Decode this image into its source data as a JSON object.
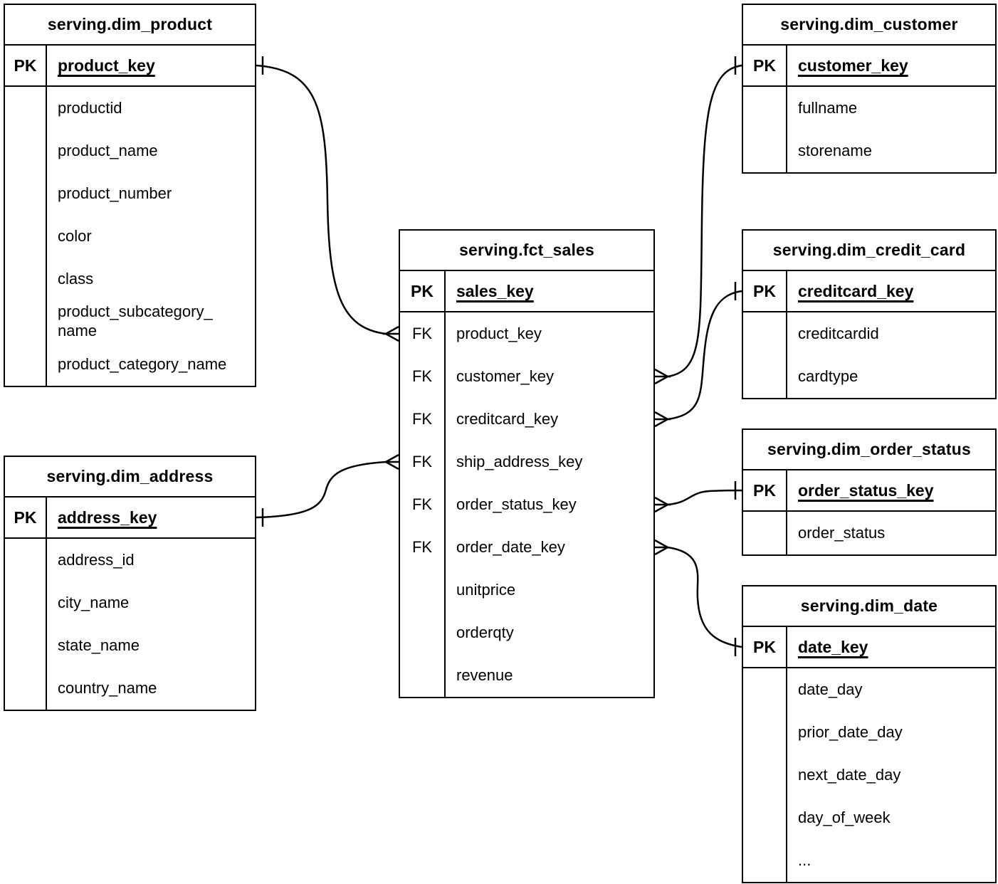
{
  "colors": {
    "line": "#000000",
    "text": "#000000",
    "background": "#ffffff"
  },
  "tables": [
    {
      "id": "dim_product",
      "title": "serving.dim_product",
      "primary_key": {
        "tag": "PK",
        "name": "product_key"
      },
      "fields": [
        {
          "tag": "",
          "name": "productid"
        },
        {
          "tag": "",
          "name": "product_name"
        },
        {
          "tag": "",
          "name": "product_number"
        },
        {
          "tag": "",
          "name": "color"
        },
        {
          "tag": "",
          "name": "class"
        },
        {
          "tag": "",
          "name": "product_subcategory_name"
        },
        {
          "tag": "",
          "name": "product_category_name"
        }
      ]
    },
    {
      "id": "dim_customer",
      "title": "serving.dim_customer",
      "primary_key": {
        "tag": "PK",
        "name": "customer_key"
      },
      "fields": [
        {
          "tag": "",
          "name": "fullname"
        },
        {
          "tag": "",
          "name": "storename"
        }
      ]
    },
    {
      "id": "fct_sales",
      "title": "serving.fct_sales",
      "primary_key": {
        "tag": "PK",
        "name": "sales_key"
      },
      "fields": [
        {
          "tag": "FK",
          "name": "product_key"
        },
        {
          "tag": "FK",
          "name": "customer_key"
        },
        {
          "tag": "FK",
          "name": "creditcard_key"
        },
        {
          "tag": "FK",
          "name": "ship_address_key"
        },
        {
          "tag": "FK",
          "name": "order_status_key"
        },
        {
          "tag": "FK",
          "name": "order_date_key"
        },
        {
          "tag": "",
          "name": "unitprice"
        },
        {
          "tag": "",
          "name": "orderqty"
        },
        {
          "tag": "",
          "name": "revenue"
        }
      ]
    },
    {
      "id": "dim_credit_card",
      "title": "serving.dim_credit_card",
      "primary_key": {
        "tag": "PK",
        "name": "creditcard_key"
      },
      "fields": [
        {
          "tag": "",
          "name": "creditcardid"
        },
        {
          "tag": "",
          "name": "cardtype"
        }
      ]
    },
    {
      "id": "dim_order_status",
      "title": "serving.dim_order_status",
      "primary_key": {
        "tag": "PK",
        "name": "order_status_key"
      },
      "fields": [
        {
          "tag": "",
          "name": "order_status"
        }
      ]
    },
    {
      "id": "dim_date",
      "title": "serving.dim_date",
      "primary_key": {
        "tag": "PK",
        "name": "date_key"
      },
      "fields": [
        {
          "tag": "",
          "name": "date_day"
        },
        {
          "tag": "",
          "name": "prior_date_day"
        },
        {
          "tag": "",
          "name": "next_date_day"
        },
        {
          "tag": "",
          "name": "day_of_week"
        },
        {
          "tag": "",
          "name": "..."
        }
      ]
    },
    {
      "id": "dim_address",
      "title": "serving.dim_address",
      "primary_key": {
        "tag": "PK",
        "name": "address_key"
      },
      "fields": [
        {
          "tag": "",
          "name": "address_id"
        },
        {
          "tag": "",
          "name": "city_name"
        },
        {
          "tag": "",
          "name": "state_name"
        },
        {
          "tag": "",
          "name": "country_name"
        }
      ]
    }
  ],
  "relationships": [
    {
      "many_table": "serving.fct_sales",
      "many_field": "product_key",
      "one_table": "serving.dim_product",
      "one_field": "product_key",
      "many_marker": "crows-foot",
      "one_marker": "one-tick"
    },
    {
      "many_table": "serving.fct_sales",
      "many_field": "customer_key",
      "one_table": "serving.dim_customer",
      "one_field": "customer_key",
      "many_marker": "crows-foot",
      "one_marker": "one-tick"
    },
    {
      "many_table": "serving.fct_sales",
      "many_field": "creditcard_key",
      "one_table": "serving.dim_credit_card",
      "one_field": "creditcard_key",
      "many_marker": "crows-foot",
      "one_marker": "one-tick"
    },
    {
      "many_table": "serving.fct_sales",
      "many_field": "ship_address_key",
      "one_table": "serving.dim_address",
      "one_field": "address_key",
      "many_marker": "crows-foot",
      "one_marker": "one-tick"
    },
    {
      "many_table": "serving.fct_sales",
      "many_field": "order_status_key",
      "one_table": "serving.dim_order_status",
      "one_field": "order_status_key",
      "many_marker": "crows-foot",
      "one_marker": "one-tick"
    },
    {
      "many_table": "serving.fct_sales",
      "many_field": "order_date_key",
      "one_table": "serving.dim_date",
      "one_field": "date_key",
      "many_marker": "crows-foot",
      "one_marker": "one-tick"
    }
  ]
}
